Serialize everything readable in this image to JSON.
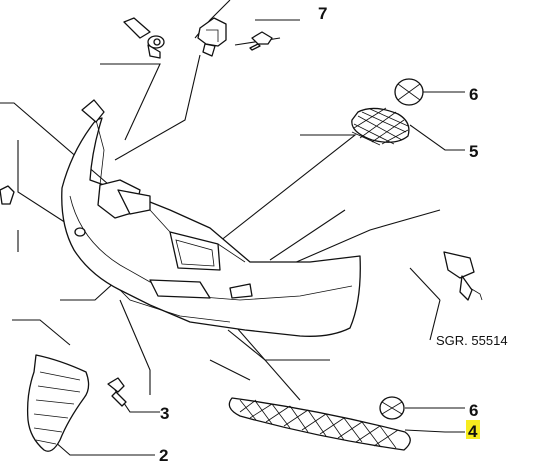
{
  "callouts": {
    "c7": "7",
    "c6_top": "6",
    "c5": "5",
    "c3": "3",
    "c6_bottom": "6",
    "c4": "4",
    "c2": "2"
  },
  "reference": "SGR. 55514",
  "colors": {
    "highlight": "#f7ec1f",
    "line": "#111111"
  }
}
